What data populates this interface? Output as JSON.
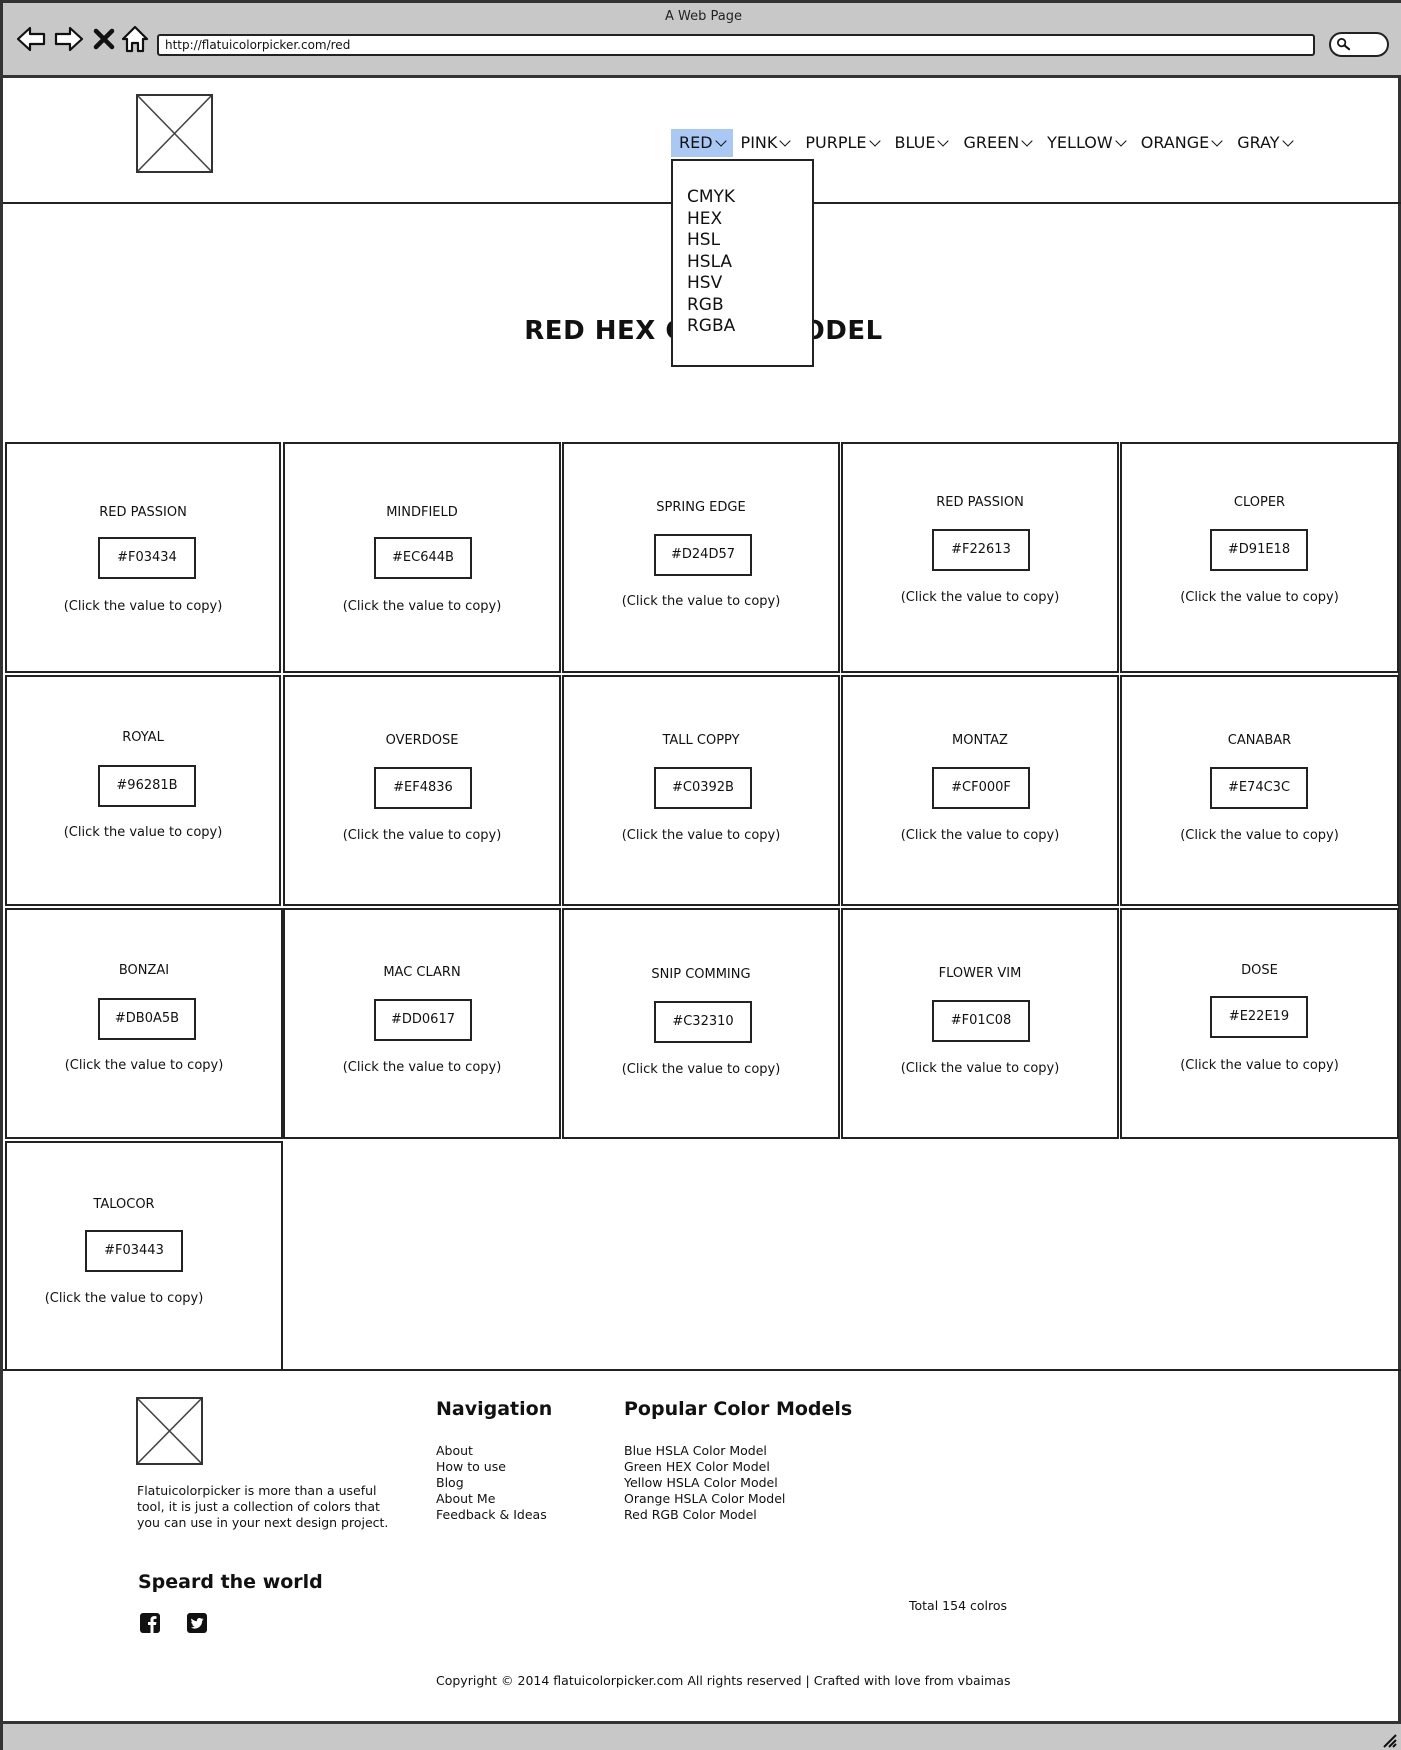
{
  "browser": {
    "title": "A Web Page",
    "url": "http://flatuicolorpicker.com/red"
  },
  "nav": {
    "items": [
      {
        "label": "RED"
      },
      {
        "label": "PINK"
      },
      {
        "label": "PURPLE"
      },
      {
        "label": "BLUE"
      },
      {
        "label": "GREEN"
      },
      {
        "label": "YELLOW"
      },
      {
        "label": "ORANGE"
      },
      {
        "label": "GRAY"
      }
    ],
    "active_color": "#a9c8f3",
    "dropdown": [
      "CMYK",
      "HEX",
      "HSL",
      "HSLA",
      "HSV",
      "RGB",
      "RGBA"
    ]
  },
  "hero": {
    "title": "RED HEX COLOR MODEL"
  },
  "colors": [
    {
      "name": "RED PASSION",
      "hex": "#F03434",
      "hint": "(Click the value to copy)"
    },
    {
      "name": "MINDFIELD",
      "hex": "#EC644B",
      "hint": "(Click the value to copy)"
    },
    {
      "name": "SPRING EDGE",
      "hex": "#D24D57",
      "hint": "(Click the value to copy)"
    },
    {
      "name": "RED PASSION",
      "hex": "#F22613",
      "hint": "(Click the value to copy)"
    },
    {
      "name": "CLOPER",
      "hex": "#D91E18",
      "hint": "(Click the value to copy)"
    },
    {
      "name": "ROYAL",
      "hex": "#96281B",
      "hint": "(Click the value to copy)"
    },
    {
      "name": "OVERDOSE",
      "hex": "#EF4836",
      "hint": "(Click the value to copy)"
    },
    {
      "name": "TALL COPPY",
      "hex": "#C0392B",
      "hint": "(Click the value to copy)"
    },
    {
      "name": "MONTAZ",
      "hex": "#CF000F",
      "hint": "(Click the value to copy)"
    },
    {
      "name": "CANABAR",
      "hex": "#E74C3C",
      "hint": "(Click the value to copy)"
    },
    {
      "name": "BONZAI",
      "hex": "#DB0A5B",
      "hint": "(Click the value to copy)"
    },
    {
      "name": "MAC CLARN",
      "hex": "#DD0617",
      "hint": "(Click the value to copy)"
    },
    {
      "name": "SNIP COMMING",
      "hex": "#C32310",
      "hint": "(Click the value to copy)"
    },
    {
      "name": "FLOWER VIM",
      "hex": "#F01C08",
      "hint": "(Click the value to copy)"
    },
    {
      "name": "DOSE",
      "hex": "#E22E19",
      "hint": "(Click the value to copy)"
    },
    {
      "name": "TALOCOR",
      "hex": "#F03443",
      "hint": "(Click the value to copy)"
    }
  ],
  "footer": {
    "about": "Flatuicolorpicker is more than a useful tool, it is just a collection of colors that you can use in your next design project.",
    "navigation_heading": "Navigation",
    "navigation_links": [
      "About",
      "How to use",
      "Blog",
      "About Me",
      "Feedback & Ideas"
    ],
    "popular_heading": "Popular Color Models",
    "popular_links": [
      "Blue HSLA Color Model",
      "Green HEX Color Model",
      "Yellow HSLA Color Model",
      "Orange HSLA Color Model",
      "Red RGB Color Model"
    ],
    "social_heading": "Speard the world",
    "social_icons": [
      "facebook-icon",
      "twitter-icon"
    ],
    "total": "Total 154 colros",
    "copyright": "Copyright © 2014 flatuicolorpicker.com All rights reserved | Crafted with love from vbaimas"
  }
}
